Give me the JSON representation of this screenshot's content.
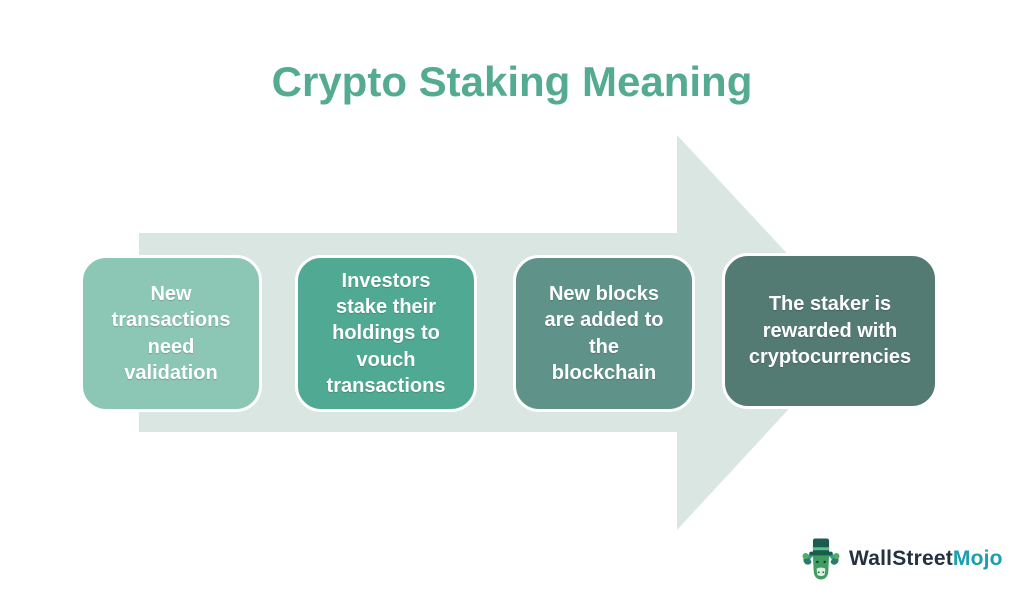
{
  "title": {
    "text": "Crypto Staking Meaning",
    "color": "#54ab91"
  },
  "arrow": {
    "color": "#d9e6e1"
  },
  "steps": [
    {
      "label": "New\ntransactions\nneed\nvalidation",
      "color": "#8cc6b5"
    },
    {
      "label": "Investors\nstake their\nholdings to\nvouch\ntransactions",
      "color": "#50aa93"
    },
    {
      "label": "New blocks\nare added to\nthe\nblockchain",
      "color": "#5f938a"
    },
    {
      "label": "The staker is\nrewarded with\ncryptocurrencies",
      "color": "#537a73"
    }
  ],
  "logo": {
    "brand_primary": "WallStreet",
    "brand_secondary": "Mojo",
    "primary_color": "#24313f",
    "secondary_color": "#18a0ae",
    "icon": "bull-with-top-hat"
  }
}
